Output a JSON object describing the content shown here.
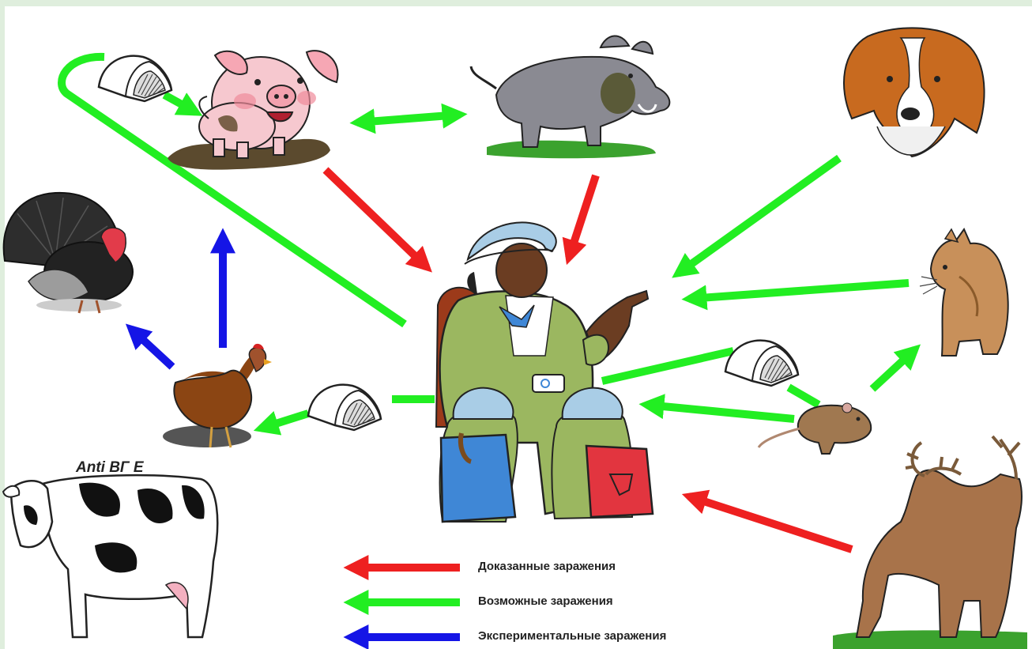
{
  "colors": {
    "proven": "#ee2020",
    "possible": "#22ee22",
    "experimental": "#1515e6",
    "frame": "#dfeedd"
  },
  "labels": {
    "cow": "Anti ВГ Е"
  },
  "legend": [
    {
      "key": "proven",
      "label": "Доказанные заражения"
    },
    {
      "key": "possible",
      "label": "Возможные заражения"
    },
    {
      "key": "experimental",
      "label": "Экспериментальные заражения"
    }
  ],
  "icons": [
    "tent-icon",
    "pig-icon",
    "wild-boar-icon",
    "dog-icon",
    "turkey-icon",
    "chicken-icon",
    "cow-icon",
    "hunter-group-icon",
    "cat-icon",
    "rat-icon",
    "deer-icon"
  ]
}
